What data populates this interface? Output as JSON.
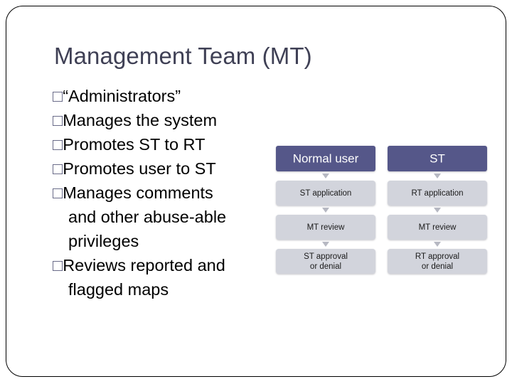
{
  "slide": {
    "title": "Management Team (MT)",
    "bullet_glyph": "□",
    "bullets": [
      {
        "lines": [
          "“Administrators”"
        ]
      },
      {
        "lines": [
          "Manages the system"
        ]
      },
      {
        "lines": [
          "Promotes ST to RT"
        ]
      },
      {
        "lines": [
          "Promotes user to ST"
        ]
      },
      {
        "lines": [
          "Manages comments",
          "and other abuse-able",
          "privileges"
        ]
      },
      {
        "lines": [
          "Reviews reported and",
          "flagged maps"
        ]
      }
    ]
  },
  "diagram": {
    "columns": [
      {
        "header": "Normal user",
        "steps": [
          "ST application",
          "MT review",
          "ST approval\nor denial"
        ]
      },
      {
        "header": "ST",
        "steps": [
          "RT application",
          "MT review",
          "RT approval\nor denial"
        ]
      }
    ]
  },
  "colors": {
    "header_fill": "#555789",
    "box_fill": "#d2d4dc",
    "arrow": "#b6b8c2",
    "title_text": "#3f4055",
    "bullet_glyph": "#565879",
    "body_text": "#000000",
    "frame": "#000000"
  }
}
